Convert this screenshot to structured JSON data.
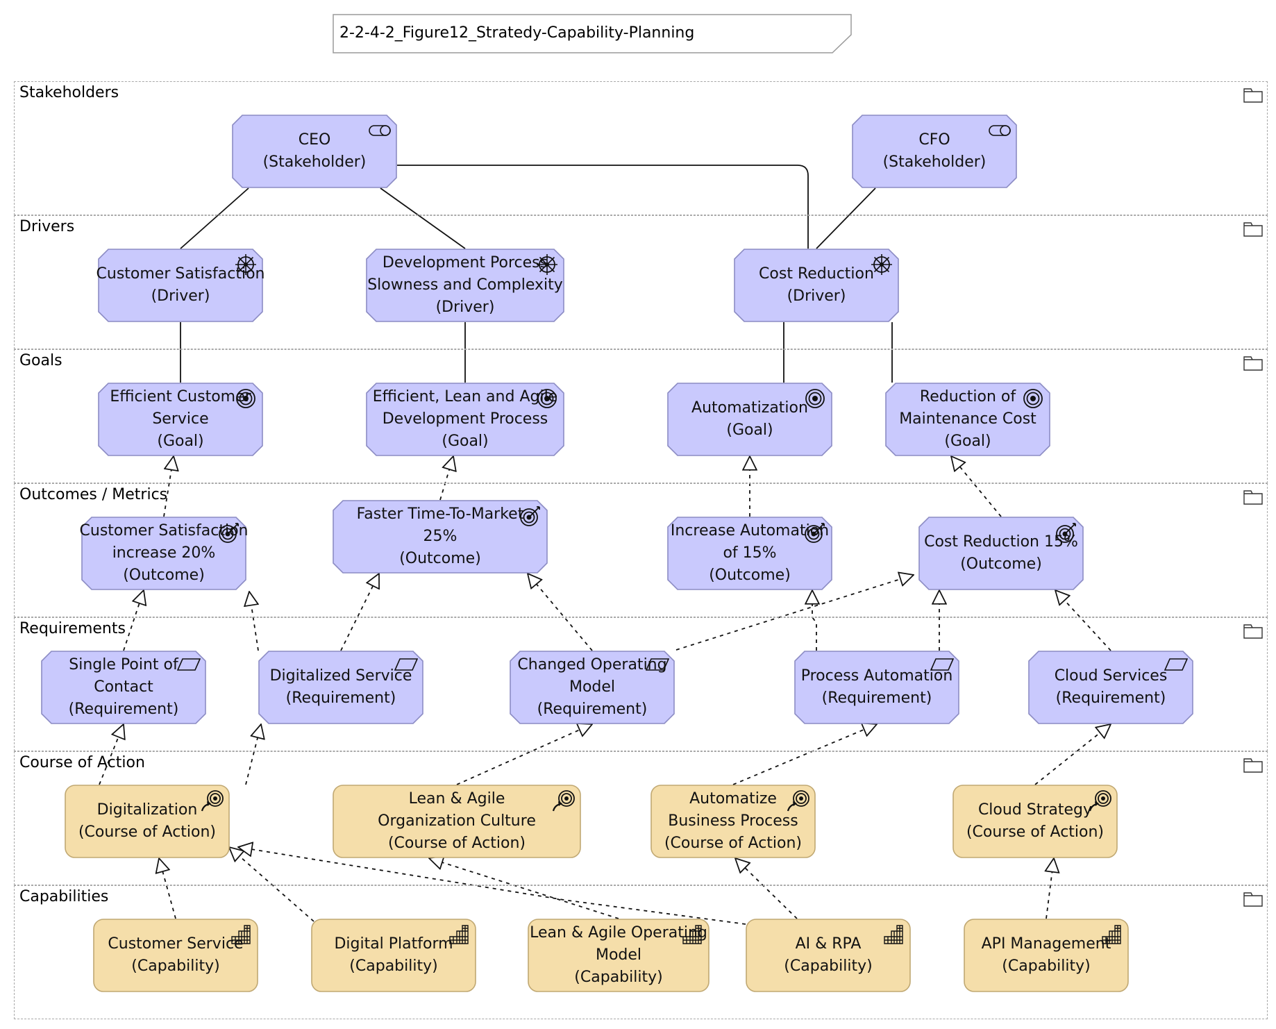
{
  "diagram_title": "2-2-4-2_Figure12_Stratedy-Capability-Planning",
  "colors": {
    "motivation_fill": "#c9c9fd",
    "motivation_stroke": "#8c8cc4",
    "strategy_fill": "#f5deaa",
    "strategy_stroke": "#c0a872",
    "lane_border": "#a8a8a8"
  },
  "lanes": [
    {
      "id": "stakeholders",
      "label": "Stakeholders"
    },
    {
      "id": "drivers",
      "label": "Drivers"
    },
    {
      "id": "goals",
      "label": "Goals"
    },
    {
      "id": "outcomes",
      "label": "Outcomes / Metrics"
    },
    {
      "id": "requirements",
      "label": "Requirements"
    },
    {
      "id": "course",
      "label": "Course of Action"
    },
    {
      "id": "capabilities",
      "label": "Capabilities"
    }
  ],
  "elements": [
    {
      "id": "ceo",
      "lane": "stakeholders",
      "kind": "stakeholder",
      "lines": [
        "CEO",
        "(Stakeholder)"
      ],
      "icon": "stakeholder-icon"
    },
    {
      "id": "cfo",
      "lane": "stakeholders",
      "kind": "stakeholder",
      "lines": [
        "CFO",
        "(Stakeholder)"
      ],
      "icon": "stakeholder-icon"
    },
    {
      "id": "drv_cs",
      "lane": "drivers",
      "kind": "driver",
      "lines": [
        "Customer Satisfaction",
        "(Driver)"
      ],
      "icon": "driver-icon"
    },
    {
      "id": "drv_dev",
      "lane": "drivers",
      "kind": "driver",
      "lines": [
        "Development Porcess",
        "Slowness and Complexity",
        "(Driver)"
      ],
      "icon": "driver-icon"
    },
    {
      "id": "drv_cost",
      "lane": "drivers",
      "kind": "driver",
      "lines": [
        "Cost Reduction",
        "(Driver)"
      ],
      "icon": "driver-icon"
    },
    {
      "id": "goal_ecs",
      "lane": "goals",
      "kind": "goal",
      "lines": [
        "Efficient Customer",
        "Service",
        "(Goal)"
      ],
      "icon": "goal-icon"
    },
    {
      "id": "goal_dev",
      "lane": "goals",
      "kind": "goal",
      "lines": [
        "Efficient, Lean and Agile",
        "Development Process",
        "(Goal)"
      ],
      "icon": "goal-icon"
    },
    {
      "id": "goal_auto",
      "lane": "goals",
      "kind": "goal",
      "lines": [
        "Automatization",
        "(Goal)"
      ],
      "icon": "goal-icon"
    },
    {
      "id": "goal_maint",
      "lane": "goals",
      "kind": "goal",
      "lines": [
        "Reduction of",
        "Maintenance Cost",
        "(Goal)"
      ],
      "icon": "goal-icon"
    },
    {
      "id": "out_cs",
      "lane": "outcomes",
      "kind": "outcome",
      "lines": [
        "Customer Satisfaction",
        "increase 20%",
        "(Outcome)"
      ],
      "icon": "outcome-icon"
    },
    {
      "id": "out_ttm",
      "lane": "outcomes",
      "kind": "outcome",
      "lines": [
        "Faster Time-To-Market",
        "25%",
        "(Outcome)"
      ],
      "icon": "outcome-icon"
    },
    {
      "id": "out_auto",
      "lane": "outcomes",
      "kind": "outcome",
      "lines": [
        "Increase Automation",
        "of 15%",
        "(Outcome)"
      ],
      "icon": "outcome-icon"
    },
    {
      "id": "out_cost",
      "lane": "outcomes",
      "kind": "outcome",
      "lines": [
        "Cost Reduction 15%",
        "(Outcome)"
      ],
      "icon": "outcome-icon"
    },
    {
      "id": "req_spoc",
      "lane": "requirements",
      "kind": "requirement",
      "lines": [
        "Single Point of",
        "Contact",
        "(Requirement)"
      ],
      "icon": "requirement-icon"
    },
    {
      "id": "req_dig",
      "lane": "requirements",
      "kind": "requirement",
      "lines": [
        "Digitalized Service",
        "(Requirement)"
      ],
      "icon": "requirement-icon"
    },
    {
      "id": "req_com",
      "lane": "requirements",
      "kind": "requirement",
      "lines": [
        "Changed Operating",
        "Model",
        "(Requirement)"
      ],
      "icon": "requirement-icon"
    },
    {
      "id": "req_pa",
      "lane": "requirements",
      "kind": "requirement",
      "lines": [
        "Process Automation",
        "(Requirement)"
      ],
      "icon": "requirement-icon"
    },
    {
      "id": "req_cloud",
      "lane": "requirements",
      "kind": "requirement",
      "lines": [
        "Cloud Services",
        "(Requirement)"
      ],
      "icon": "requirement-icon"
    },
    {
      "id": "coa_dig",
      "lane": "course",
      "kind": "course",
      "lines": [
        "Digitalization",
        "(Course of Action)"
      ],
      "icon": "course-of-action-icon"
    },
    {
      "id": "coa_lean",
      "lane": "course",
      "kind": "course",
      "lines": [
        "Lean & Agile",
        "Organization Culture",
        "(Course of Action)"
      ],
      "icon": "course-of-action-icon"
    },
    {
      "id": "coa_auto",
      "lane": "course",
      "kind": "course",
      "lines": [
        "Automatize",
        "Business Process",
        "(Course of Action)"
      ],
      "icon": "course-of-action-icon"
    },
    {
      "id": "coa_cloud",
      "lane": "course",
      "kind": "course",
      "lines": [
        "Cloud Strategy",
        "(Course of Action)"
      ],
      "icon": "course-of-action-icon"
    },
    {
      "id": "cap_cs",
      "lane": "capabilities",
      "kind": "capability",
      "lines": [
        "Customer Service",
        "(Capability)"
      ],
      "icon": "capability-icon"
    },
    {
      "id": "cap_dp",
      "lane": "capabilities",
      "kind": "capability",
      "lines": [
        "Digital Platform",
        "(Capability)"
      ],
      "icon": "capability-icon"
    },
    {
      "id": "cap_lean",
      "lane": "capabilities",
      "kind": "capability",
      "lines": [
        "Lean & Agile Operating",
        "Model",
        "(Capability)"
      ],
      "icon": "capability-icon"
    },
    {
      "id": "cap_ai",
      "lane": "capabilities",
      "kind": "capability",
      "lines": [
        "AI & RPA",
        "(Capability)"
      ],
      "icon": "capability-icon"
    },
    {
      "id": "cap_api",
      "lane": "capabilities",
      "kind": "capability",
      "lines": [
        "API Management",
        "(Capability)"
      ],
      "icon": "capability-icon"
    }
  ],
  "relationships": [
    {
      "type": "association",
      "from": "ceo",
      "to": "drv_cs"
    },
    {
      "type": "association",
      "from": "ceo",
      "to": "drv_dev"
    },
    {
      "type": "association",
      "from": "ceo",
      "to": "drv_cost"
    },
    {
      "type": "association",
      "from": "cfo",
      "to": "drv_cost"
    },
    {
      "type": "association",
      "from": "drv_cs",
      "to": "goal_ecs"
    },
    {
      "type": "association",
      "from": "drv_dev",
      "to": "goal_dev"
    },
    {
      "type": "association",
      "from": "drv_cost",
      "to": "goal_auto"
    },
    {
      "type": "association",
      "from": "drv_cost",
      "to": "goal_maint"
    },
    {
      "type": "realization",
      "from": "out_cs",
      "to": "goal_ecs"
    },
    {
      "type": "realization",
      "from": "out_ttm",
      "to": "goal_dev"
    },
    {
      "type": "realization",
      "from": "out_auto",
      "to": "goal_auto"
    },
    {
      "type": "realization",
      "from": "out_cost",
      "to": "goal_maint"
    },
    {
      "type": "realization",
      "from": "req_spoc",
      "to": "out_cs"
    },
    {
      "type": "realization",
      "from": "req_dig",
      "to": "out_cs"
    },
    {
      "type": "realization",
      "from": "req_dig",
      "to": "out_ttm"
    },
    {
      "type": "realization",
      "from": "req_com",
      "to": "out_ttm"
    },
    {
      "type": "realization",
      "from": "req_com",
      "to": "out_cost"
    },
    {
      "type": "realization",
      "from": "req_pa",
      "to": "out_auto"
    },
    {
      "type": "realization",
      "from": "req_pa",
      "to": "out_cost"
    },
    {
      "type": "realization",
      "from": "req_cloud",
      "to": "out_cost"
    },
    {
      "type": "realization",
      "from": "coa_dig",
      "to": "req_spoc"
    },
    {
      "type": "realization",
      "from": "coa_dig",
      "to": "req_dig"
    },
    {
      "type": "realization",
      "from": "coa_lean",
      "to": "req_com"
    },
    {
      "type": "realization",
      "from": "coa_auto",
      "to": "req_pa"
    },
    {
      "type": "realization",
      "from": "coa_cloud",
      "to": "req_cloud"
    },
    {
      "type": "realization",
      "from": "cap_cs",
      "to": "coa_dig"
    },
    {
      "type": "realization",
      "from": "cap_dp",
      "to": "coa_dig"
    },
    {
      "type": "realization",
      "from": "cap_ai",
      "to": "coa_dig"
    },
    {
      "type": "realization",
      "from": "cap_lean",
      "to": "coa_lean"
    },
    {
      "type": "realization",
      "from": "cap_ai",
      "to": "coa_auto"
    },
    {
      "type": "realization",
      "from": "cap_api",
      "to": "coa_cloud"
    }
  ]
}
